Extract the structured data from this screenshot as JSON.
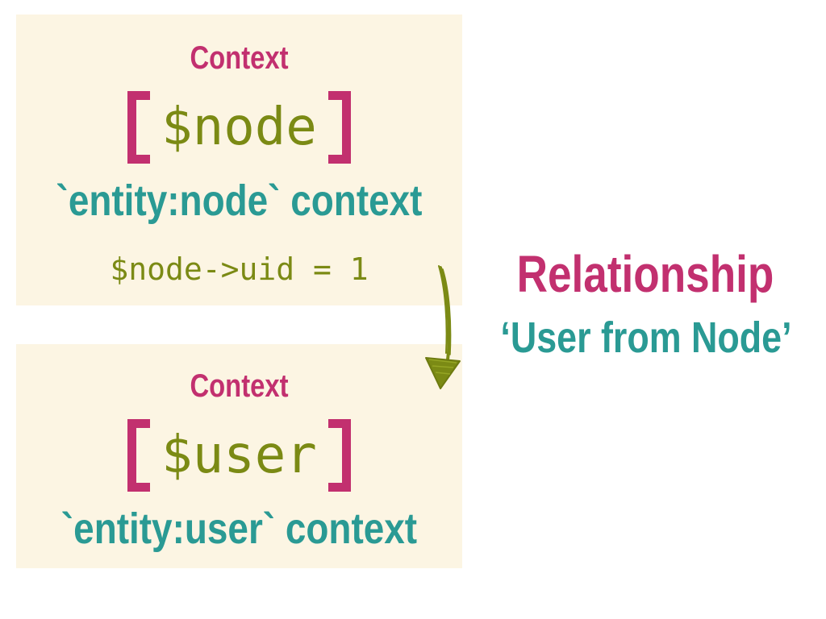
{
  "top_context": {
    "heading": "Context",
    "variable": "$node",
    "entity_label": "`entity:node` context",
    "code": "$node->uid = 1"
  },
  "bottom_context": {
    "heading": "Context",
    "variable": "$user",
    "entity_label": "`entity:user` context"
  },
  "relationship": {
    "title": "Relationship",
    "name": "‘User from Node’"
  },
  "colors": {
    "magenta": "#c2306f",
    "teal": "#2a9a94",
    "olive": "#7b8a14",
    "box_background": "#fcf5e3"
  },
  "icons": {
    "arrow": "hand-drawn-down-arrow-icon"
  }
}
